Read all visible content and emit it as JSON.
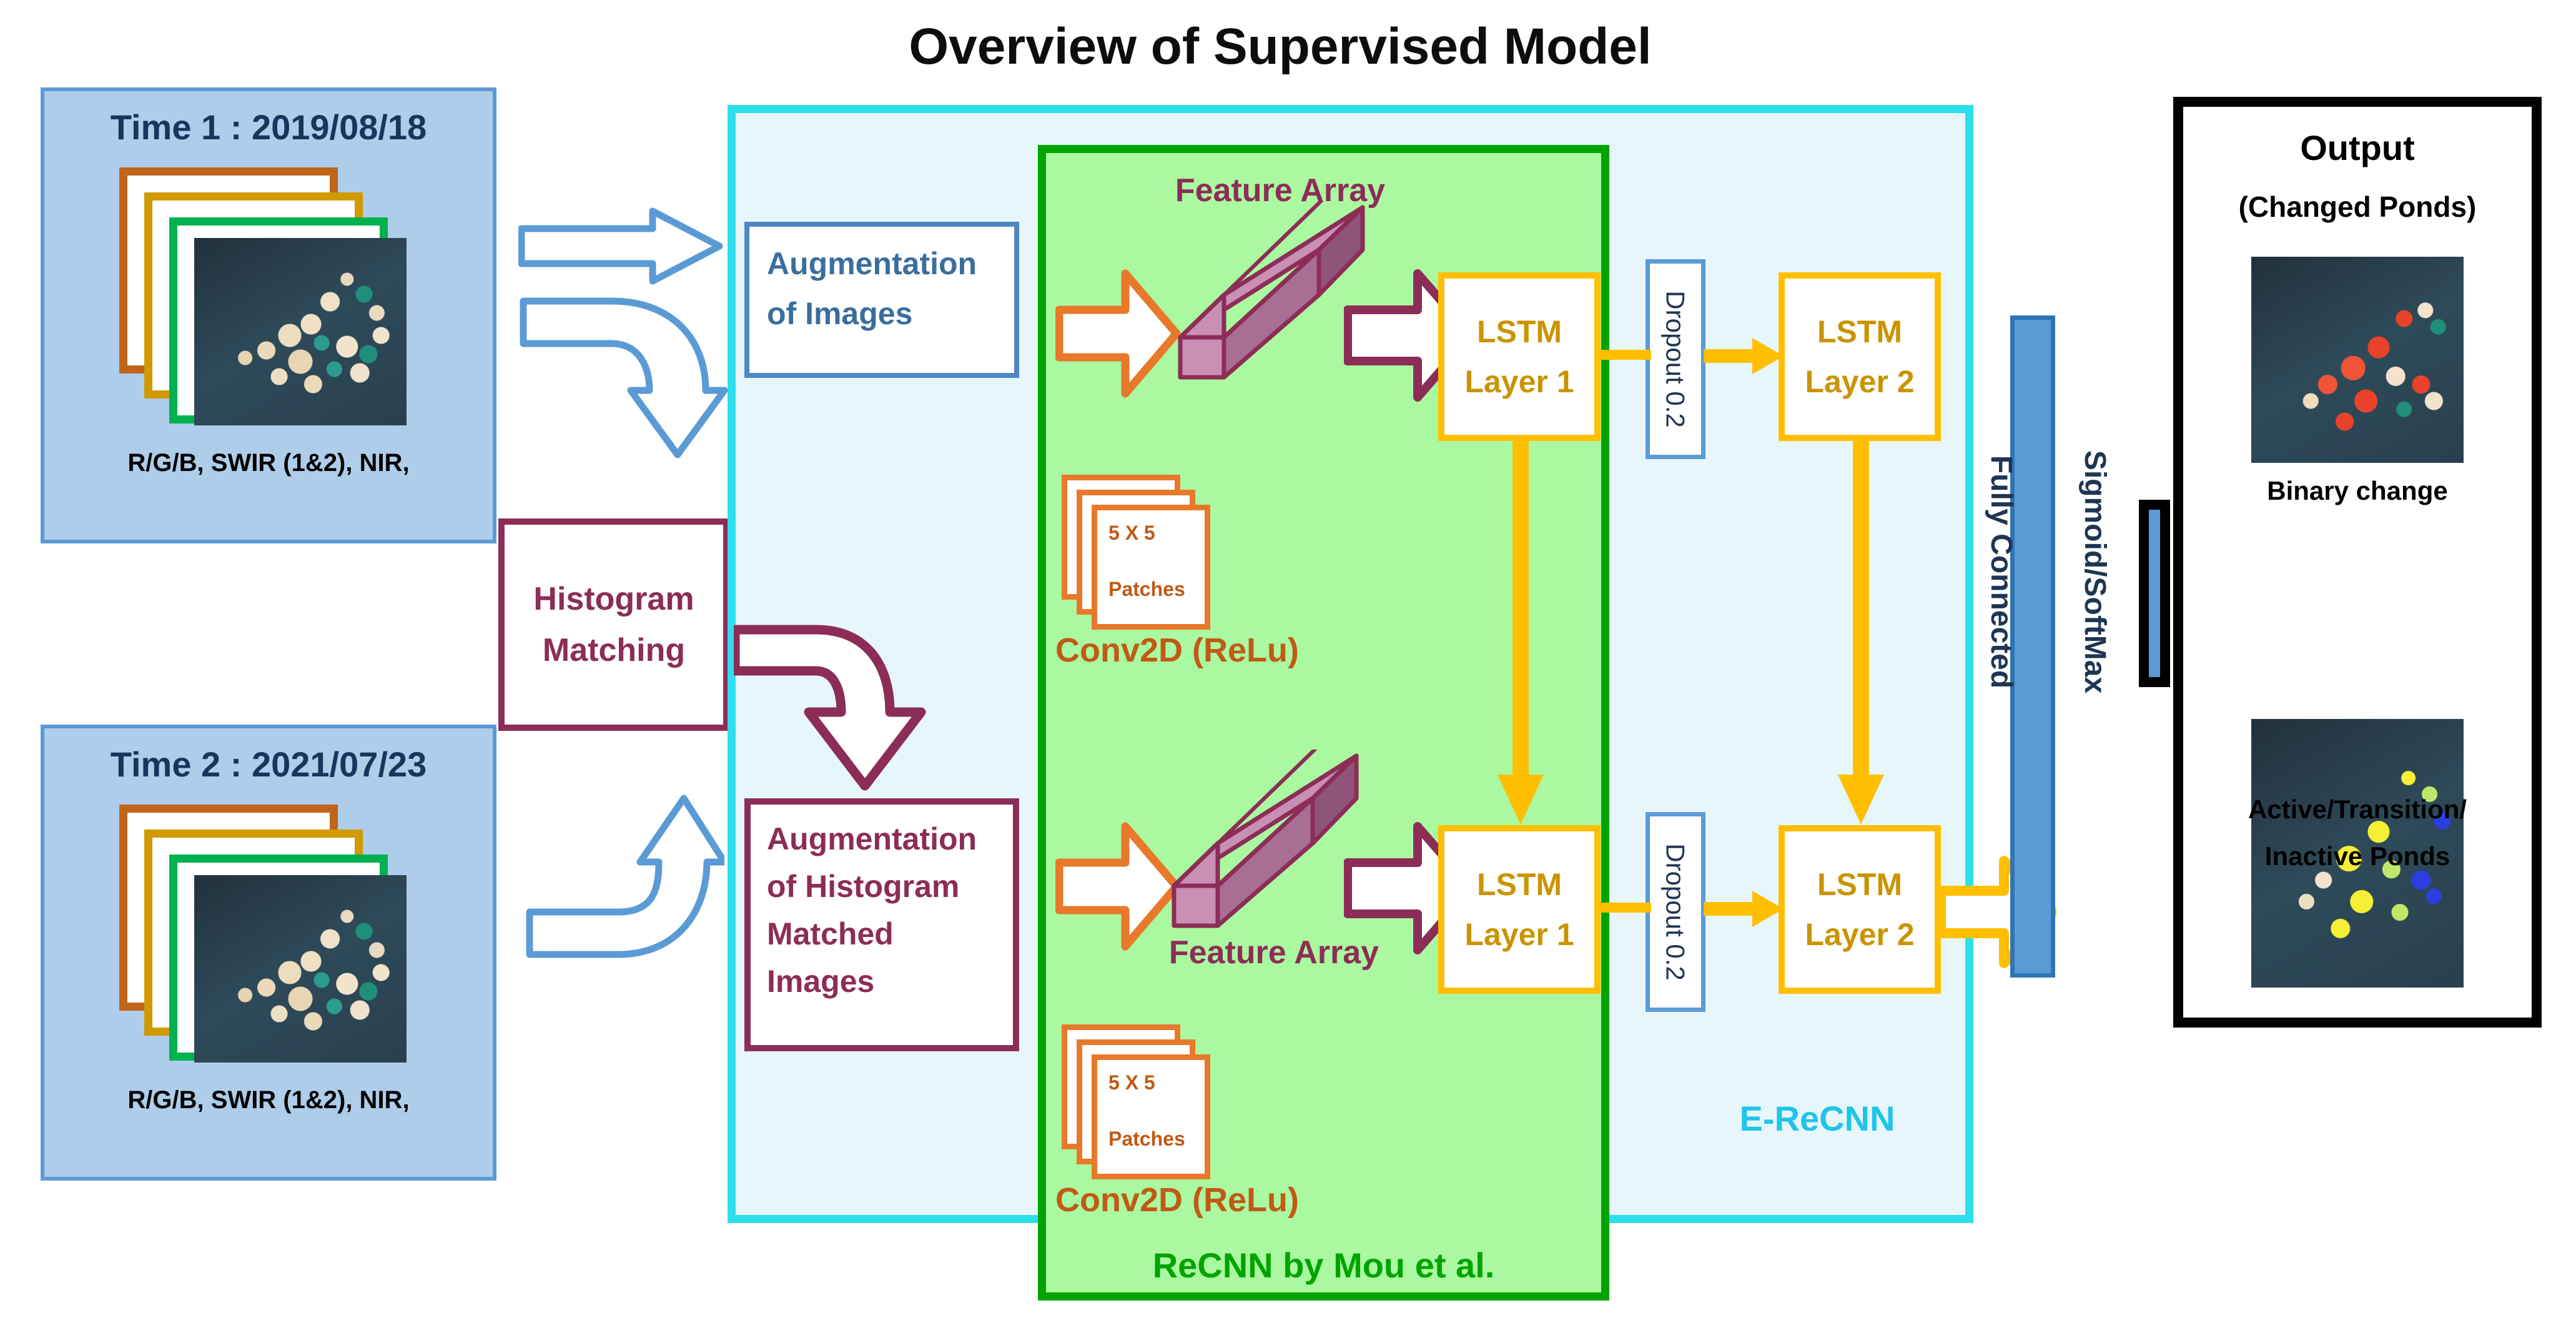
{
  "title": "Overview of Supervised Model",
  "inputs": [
    {
      "name": "time-1",
      "title": "Time 1 : 2019/08/18",
      "bands": "R/G/B, SWIR (1&2), NIR,"
    },
    {
      "name": "time-2",
      "title": "Time 2 : 2021/07/23",
      "bands": "R/G/B, SWIR (1&2), NIR,"
    }
  ],
  "preprocess": {
    "histogram_matching": "Histogram\nMatching"
  },
  "histogram_matching_line1": "Histogram",
  "histogram_matching_line2": "Matching",
  "augmentation": {
    "top_line1": "Augmentation",
    "top_line2": "of Images",
    "bottom_line1": "Augmentation",
    "bottom_line2": "of Histogram",
    "bottom_line3": "Matched",
    "bottom_line4": "Images"
  },
  "recnn": {
    "panel_label": "ReCNN by Mou et al.",
    "feature_array_top": "Feature Array",
    "feature_array_bottom": "Feature Array",
    "conv_label_top": "Conv2D (ReLu)",
    "conv_label_bottom": "Conv2D (ReLu)",
    "patch_size": "5 X 5",
    "patch_word": "Patches"
  },
  "ercnn": {
    "panel_label": "E-ReCNN"
  },
  "lstm": {
    "top_layer1_line1": "LSTM",
    "top_layer1_line2": "Layer 1",
    "top_layer2_line1": "LSTM",
    "top_layer2_line2": "Layer 2",
    "bottom_layer1_line1": "LSTM",
    "bottom_layer1_line2": "Layer 1",
    "bottom_layer2_line1": "LSTM",
    "bottom_layer2_line2": "Layer 2"
  },
  "dropout": {
    "top": "Dropout 0.2",
    "bottom": "Dropout 0.2"
  },
  "head": {
    "fully_connected": "Fully Connected",
    "activation": "Sigmoid/SoftMax"
  },
  "output": {
    "title": "Output",
    "subtitle": "(Changed Ponds)",
    "caption_1": "Binary change",
    "caption_2_line1": "Active/Transition/",
    "caption_2_line2": "Inactive Ponds"
  },
  "colors": {
    "cyan_border": "#2DDFEC",
    "cyan_fill": "#E7F6FB",
    "green_border": "#00A400",
    "green_fill": "#AAF8A0",
    "maroon": "#8C2D57",
    "yellow": "#FFBF00",
    "orange": "#E8792A",
    "blue": "#5B9BD5",
    "input_panel_fill": "#AECDEA",
    "title_color": "#0D0D0D"
  }
}
